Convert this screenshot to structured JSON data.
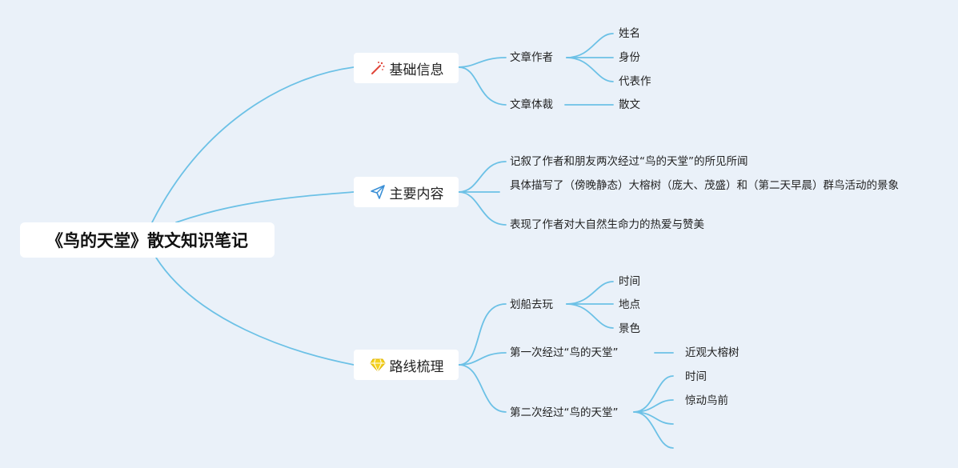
{
  "root": {
    "title": "《鸟的天堂》散文知识笔记"
  },
  "branches": {
    "basic": {
      "label": "基础信息",
      "icon": "magic-wand-icon",
      "author": {
        "label": "文章作者",
        "children": [
          "姓名",
          "身份",
          "代表作"
        ]
      },
      "genre": {
        "label": "文章体裁",
        "value": "散文"
      }
    },
    "content": {
      "label": "主要内容",
      "icon": "paper-plane-icon",
      "items": [
        "记叙了作者和朋友两次经过“鸟的天堂”的所见所闻",
        "具体描写了（傍晚静态）大榕树（庞大、茂盛）和（第二天早晨）群鸟活动的景象",
        "表现了作者对大自然生命力的热爱与赞美"
      ]
    },
    "route": {
      "label": "路线梳理",
      "icon": "diamond-icon",
      "boating": {
        "label": "划船去玩",
        "children": [
          "时间",
          "地点",
          "景色"
        ]
      },
      "first": {
        "label": "第一次经过“鸟的天堂”",
        "child": "近观大榕树"
      },
      "second": {
        "label": "第二次经过“鸟的天堂”",
        "children": [
          "时间",
          "惊动鸟前",
          "",
          ""
        ]
      }
    }
  },
  "colors": {
    "background": "#eaf1f9",
    "connector": "#6cc1e6",
    "node": "#ffffff",
    "icon_red": "#e0463a",
    "icon_blue": "#3a8fd6",
    "icon_yellow": "#f4d21f"
  }
}
